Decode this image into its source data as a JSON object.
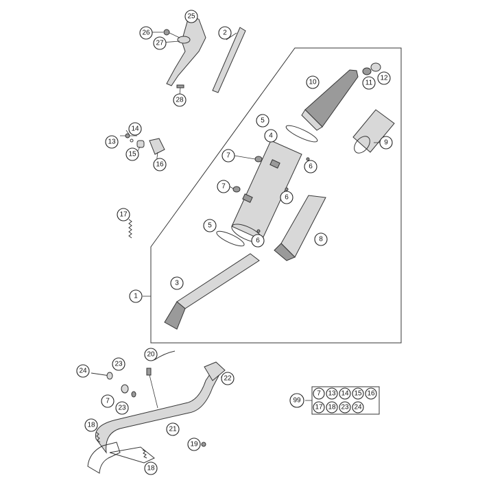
{
  "callouts": {
    "c1": "1",
    "c2": "2",
    "c3": "3",
    "c4": "4",
    "c5a": "5",
    "c5b": "5",
    "c6a": "6",
    "c6b": "6",
    "c6c": "6",
    "c7a": "7",
    "c7b": "7",
    "c7c": "7",
    "c8": "8",
    "c9": "9",
    "c10": "10",
    "c11": "11",
    "c12": "12",
    "c13": "13",
    "c14": "14",
    "c15": "15",
    "c16": "16",
    "c17": "17",
    "c18a": "18",
    "c18b": "18",
    "c19": "19",
    "c20": "20",
    "c21": "21",
    "c22": "22",
    "c23a": "23",
    "c23b": "23",
    "c24": "24",
    "c25": "25",
    "c26": "26",
    "c27": "27",
    "c28": "28"
  },
  "kit": {
    "number": "99",
    "row1": [
      "7",
      "13",
      "14",
      "15",
      "16"
    ],
    "row2": [
      "17",
      "18",
      "23",
      "24"
    ]
  }
}
